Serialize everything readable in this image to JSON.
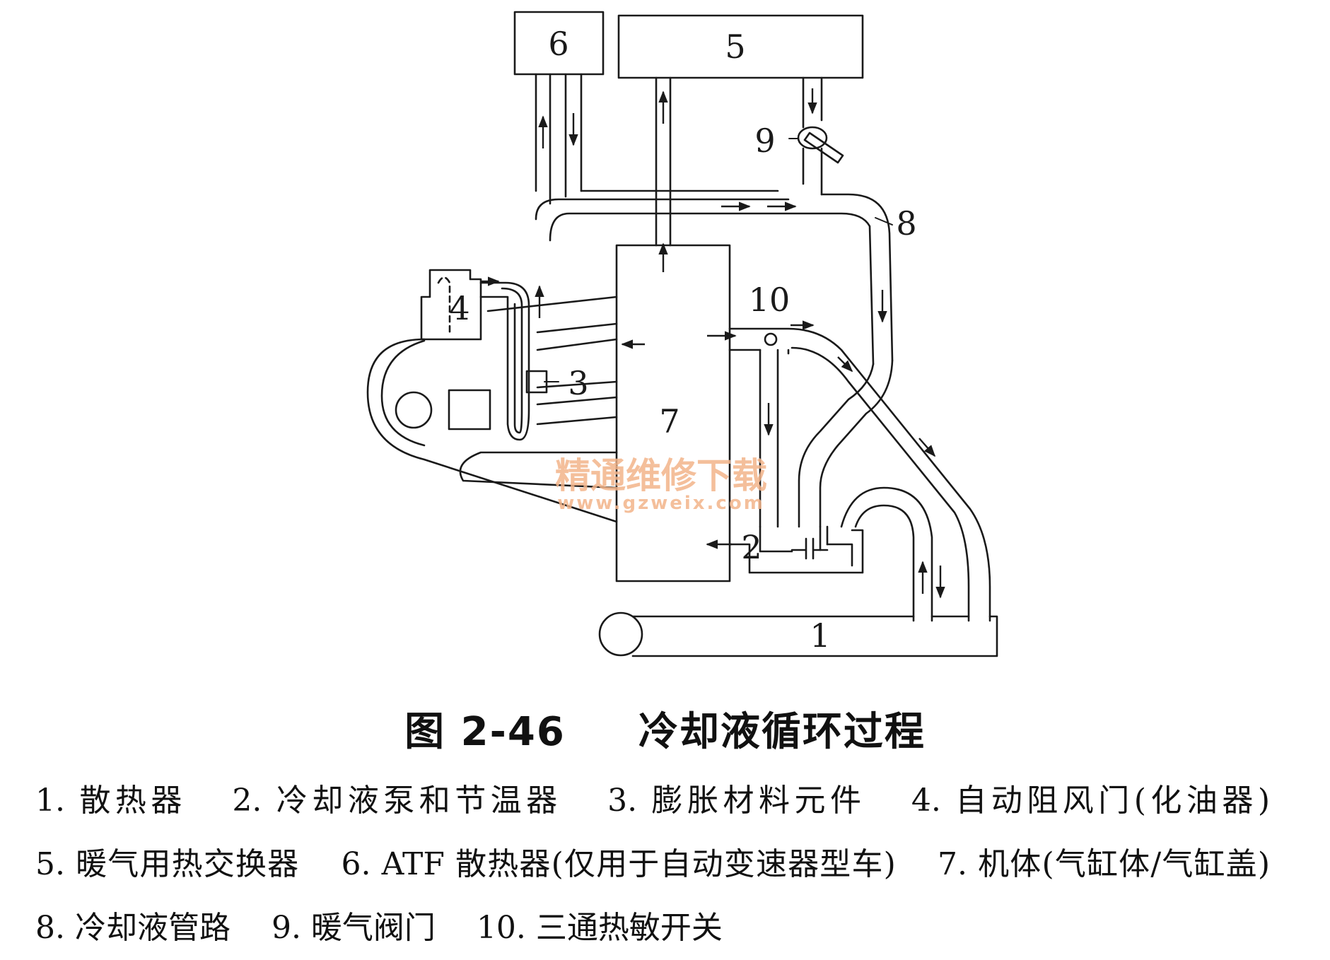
{
  "figure": {
    "number": "图 2-46",
    "title": "冷却液循环过程"
  },
  "labels": {
    "l1": "1",
    "l2": "2",
    "l3": "3",
    "l4": "4",
    "l5": "5",
    "l6": "6",
    "l7": "7",
    "l8": "8",
    "l9": "9",
    "l10": "10"
  },
  "watermark": {
    "text": "精通维修下载",
    "url": "www.gzweix.com"
  },
  "legend": [
    "1. 散热器",
    "2. 冷却液泵和节温器",
    "3. 膨胀材料元件",
    "4. 自动阻风门(化油器)",
    "5. 暖气用热交换器",
    "6. ATF 散热器(仅用于自动变速器型车)",
    "7. 机体(气缸体/气缸盖)",
    "8. 冷却液管路",
    "9. 暖气阀门",
    "10. 三通热敏开关"
  ]
}
